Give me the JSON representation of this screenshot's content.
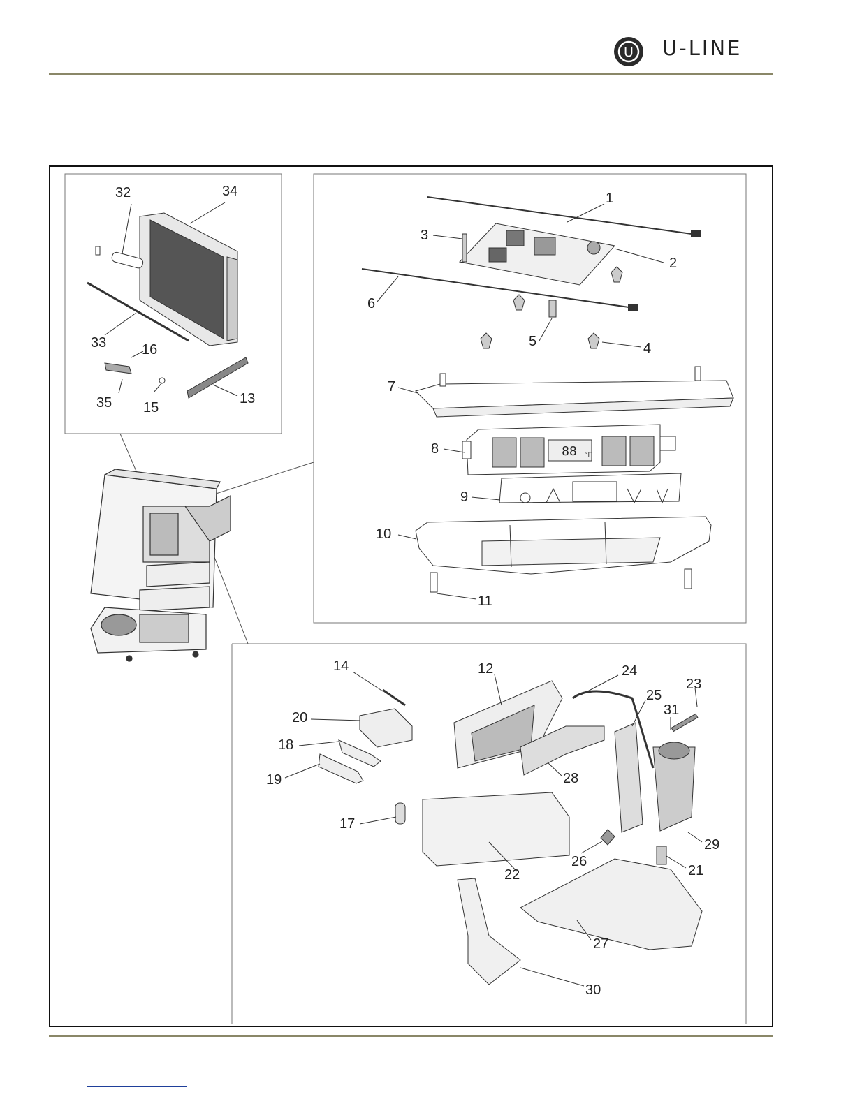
{
  "brand": {
    "name": "U-LINE",
    "mark": "U"
  },
  "callouts": [
    "1",
    "2",
    "3",
    "4",
    "5",
    "6",
    "7",
    "8",
    "9",
    "10",
    "11",
    "12",
    "13",
    "14",
    "15",
    "16",
    "17",
    "18",
    "19",
    "20",
    "21",
    "22",
    "23",
    "24",
    "25",
    "26",
    "27",
    "28",
    "29",
    "30",
    "31",
    "32",
    "33",
    "34",
    "35"
  ],
  "display": {
    "digits": "88",
    "unit": "°F"
  },
  "colors": {
    "rule": "#8a8768",
    "frame": "#111111",
    "line": "#333333",
    "link": "#1f3f9a"
  }
}
